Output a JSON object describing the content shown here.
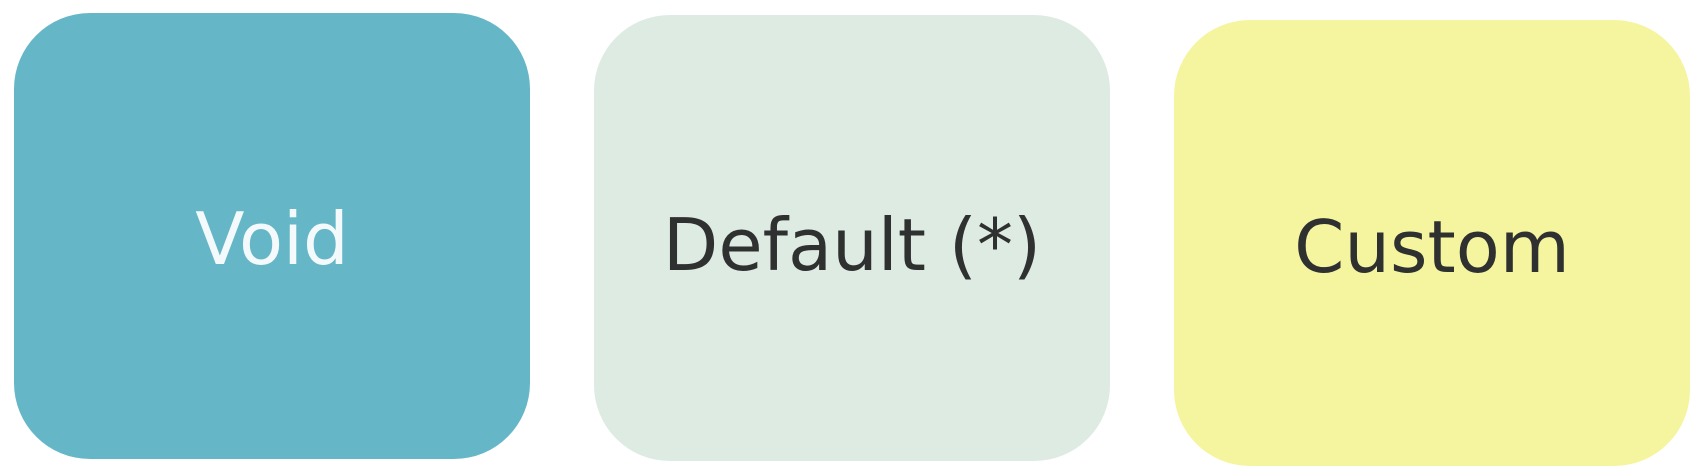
{
  "cards": {
    "void": {
      "label": "Void",
      "color": "#65b7c8",
      "text_color": "#f4fafb"
    },
    "default": {
      "label": "Default (*)",
      "color": "#ddebe3",
      "text_color": "#2f3130"
    },
    "custom": {
      "label": "Custom",
      "color": "#f5f59f",
      "text_color": "#2f3130"
    }
  }
}
